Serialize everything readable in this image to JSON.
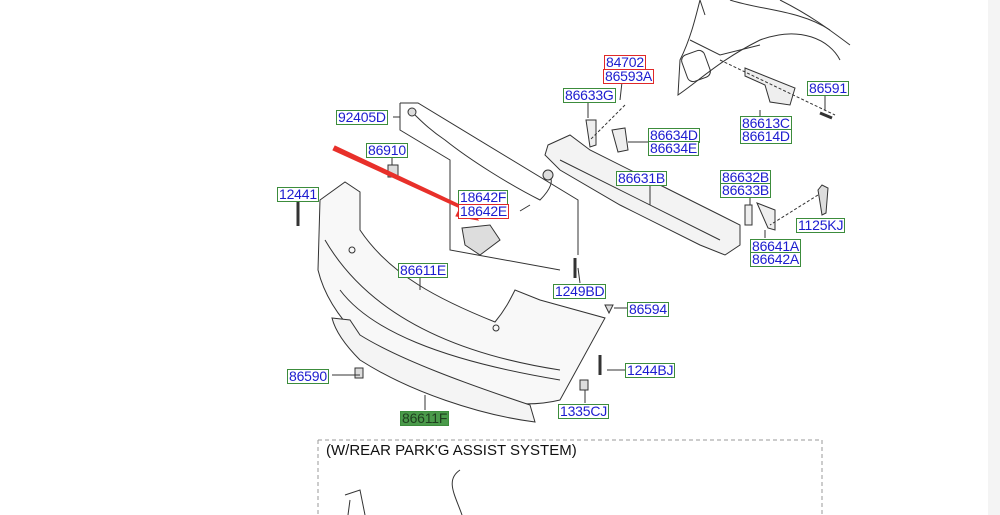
{
  "labels": {
    "p84702": "84702",
    "p86593A": "86593A",
    "p86633G": "86633G",
    "p92405D": "92405D",
    "p86910": "86910",
    "p12441": "12441",
    "p18642F": "18642F",
    "p18642E": "18642E",
    "p86634D": "86634D",
    "p86634E": "86634E",
    "p86631B": "86631B",
    "p86591": "86591",
    "p86613C": "86613C",
    "p86614D": "86614D",
    "p86632B": "86632B",
    "p86633B": "86633B",
    "p1125KJ": "1125KJ",
    "p86641A": "86641A",
    "p86642A": "86642A",
    "p86611E": "86611E",
    "p1249BD": "1249BD",
    "p86594": "86594",
    "p86590": "86590",
    "p1244BJ": "1244BJ",
    "p1335CJ": "1335CJ",
    "p86611F": "86611F"
  },
  "section_note": "(W/REAR PARK'G ASSIST SYSTEM)",
  "colors": {
    "label_text": "#1c1ccf",
    "green_border": "#3c8c3c",
    "red_border": "#e02828",
    "arrow": "#e8302a",
    "highlight": "#4a9a4a"
  }
}
